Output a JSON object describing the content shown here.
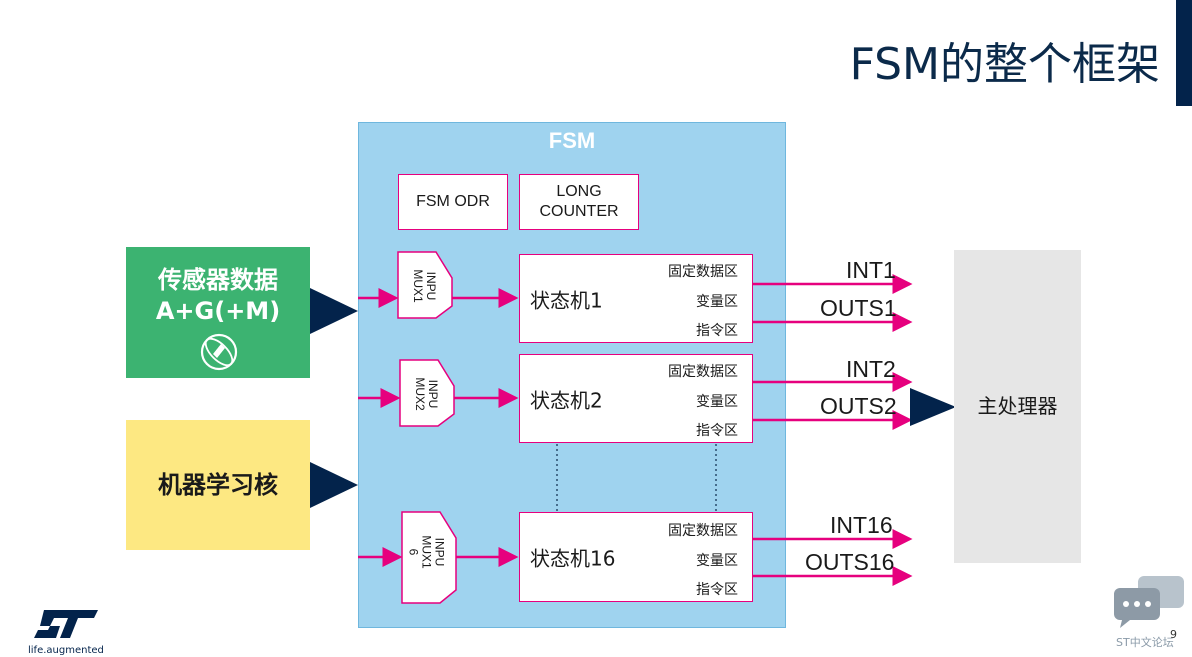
{
  "slide": {
    "title": "FSM的整个框架",
    "page_number": "9",
    "forum_label": "ST中文论坛",
    "logo_tagline": "life.augmented"
  },
  "fsm": {
    "label": "FSM",
    "odr_label": "FSM ODR",
    "counter_line1": "LONG",
    "counter_line2": "COUNTER",
    "mux": [
      {
        "line1": "INPU",
        "line2": "MUX1"
      },
      {
        "line1": "INPU",
        "line2": "MUX2"
      },
      {
        "line1": "INPU",
        "line2": "MUX1",
        "line3": "6"
      }
    ],
    "state_machines": [
      {
        "name": "状态机1",
        "zone_fixed": "固定数据区",
        "zone_var": "变量区",
        "zone_cmd": "指令区",
        "int": "INT1",
        "outs": "OUTS1"
      },
      {
        "name": "状态机2",
        "zone_fixed": "固定数据区",
        "zone_var": "变量区",
        "zone_cmd": "指令区",
        "int": "INT2",
        "outs": "OUTS2"
      },
      {
        "name": "状态机16",
        "zone_fixed": "固定数据区",
        "zone_var": "变量区",
        "zone_cmd": "指令区",
        "int": "INT16",
        "outs": "OUTS16"
      }
    ]
  },
  "inputs": {
    "sensor_line1": "传感器数据",
    "sensor_line2": "A+G(+M)",
    "mlc": "机器学习核"
  },
  "processor": "主处理器",
  "colors": {
    "panel": "#9fd3ef",
    "accent_magenta": "#e6007e",
    "navy": "#03234b",
    "sensor_green": "#3cb371",
    "mlc_yellow": "#fde882",
    "processor_gray": "#e6e6e6"
  }
}
